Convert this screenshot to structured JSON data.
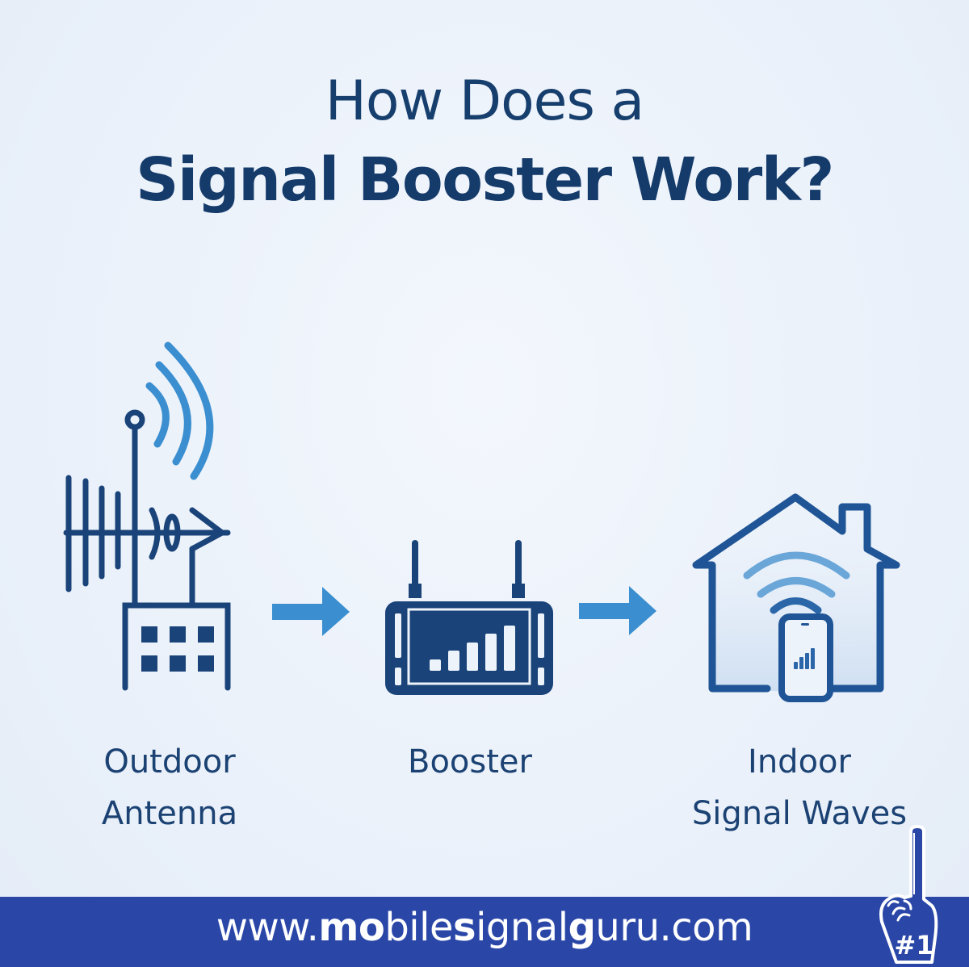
{
  "title": {
    "line1": "How Does a",
    "line2": "Signal Booster Work?"
  },
  "steps": [
    {
      "label_line1": "Outdoor",
      "label_line2": "Antenna",
      "icon": "outdoor-antenna-icon"
    },
    {
      "label_line1": "Booster",
      "label_line2": "",
      "icon": "booster-device-icon"
    },
    {
      "label_line1": "Indoor",
      "label_line2": "Signal Waves",
      "icon": "house-signal-icon"
    }
  ],
  "arrows": [
    "arrow-right-icon",
    "arrow-right-icon"
  ],
  "footer": {
    "url_prefix": "www.",
    "url_bold1": "mo",
    "url_mid1": "bile",
    "url_bold2": "s",
    "url_mid2": "ignal",
    "url_bold3": "g",
    "url_suffix": "uru.com",
    "badge_text": "#1",
    "badge_icon": "foam-finger-icon"
  },
  "colors": {
    "background": "#edf3fb",
    "primary_dark": "#163c6b",
    "accent_blue": "#3b8fd0",
    "footer_bg": "#2a47a8",
    "footer_text": "#ffffff"
  }
}
